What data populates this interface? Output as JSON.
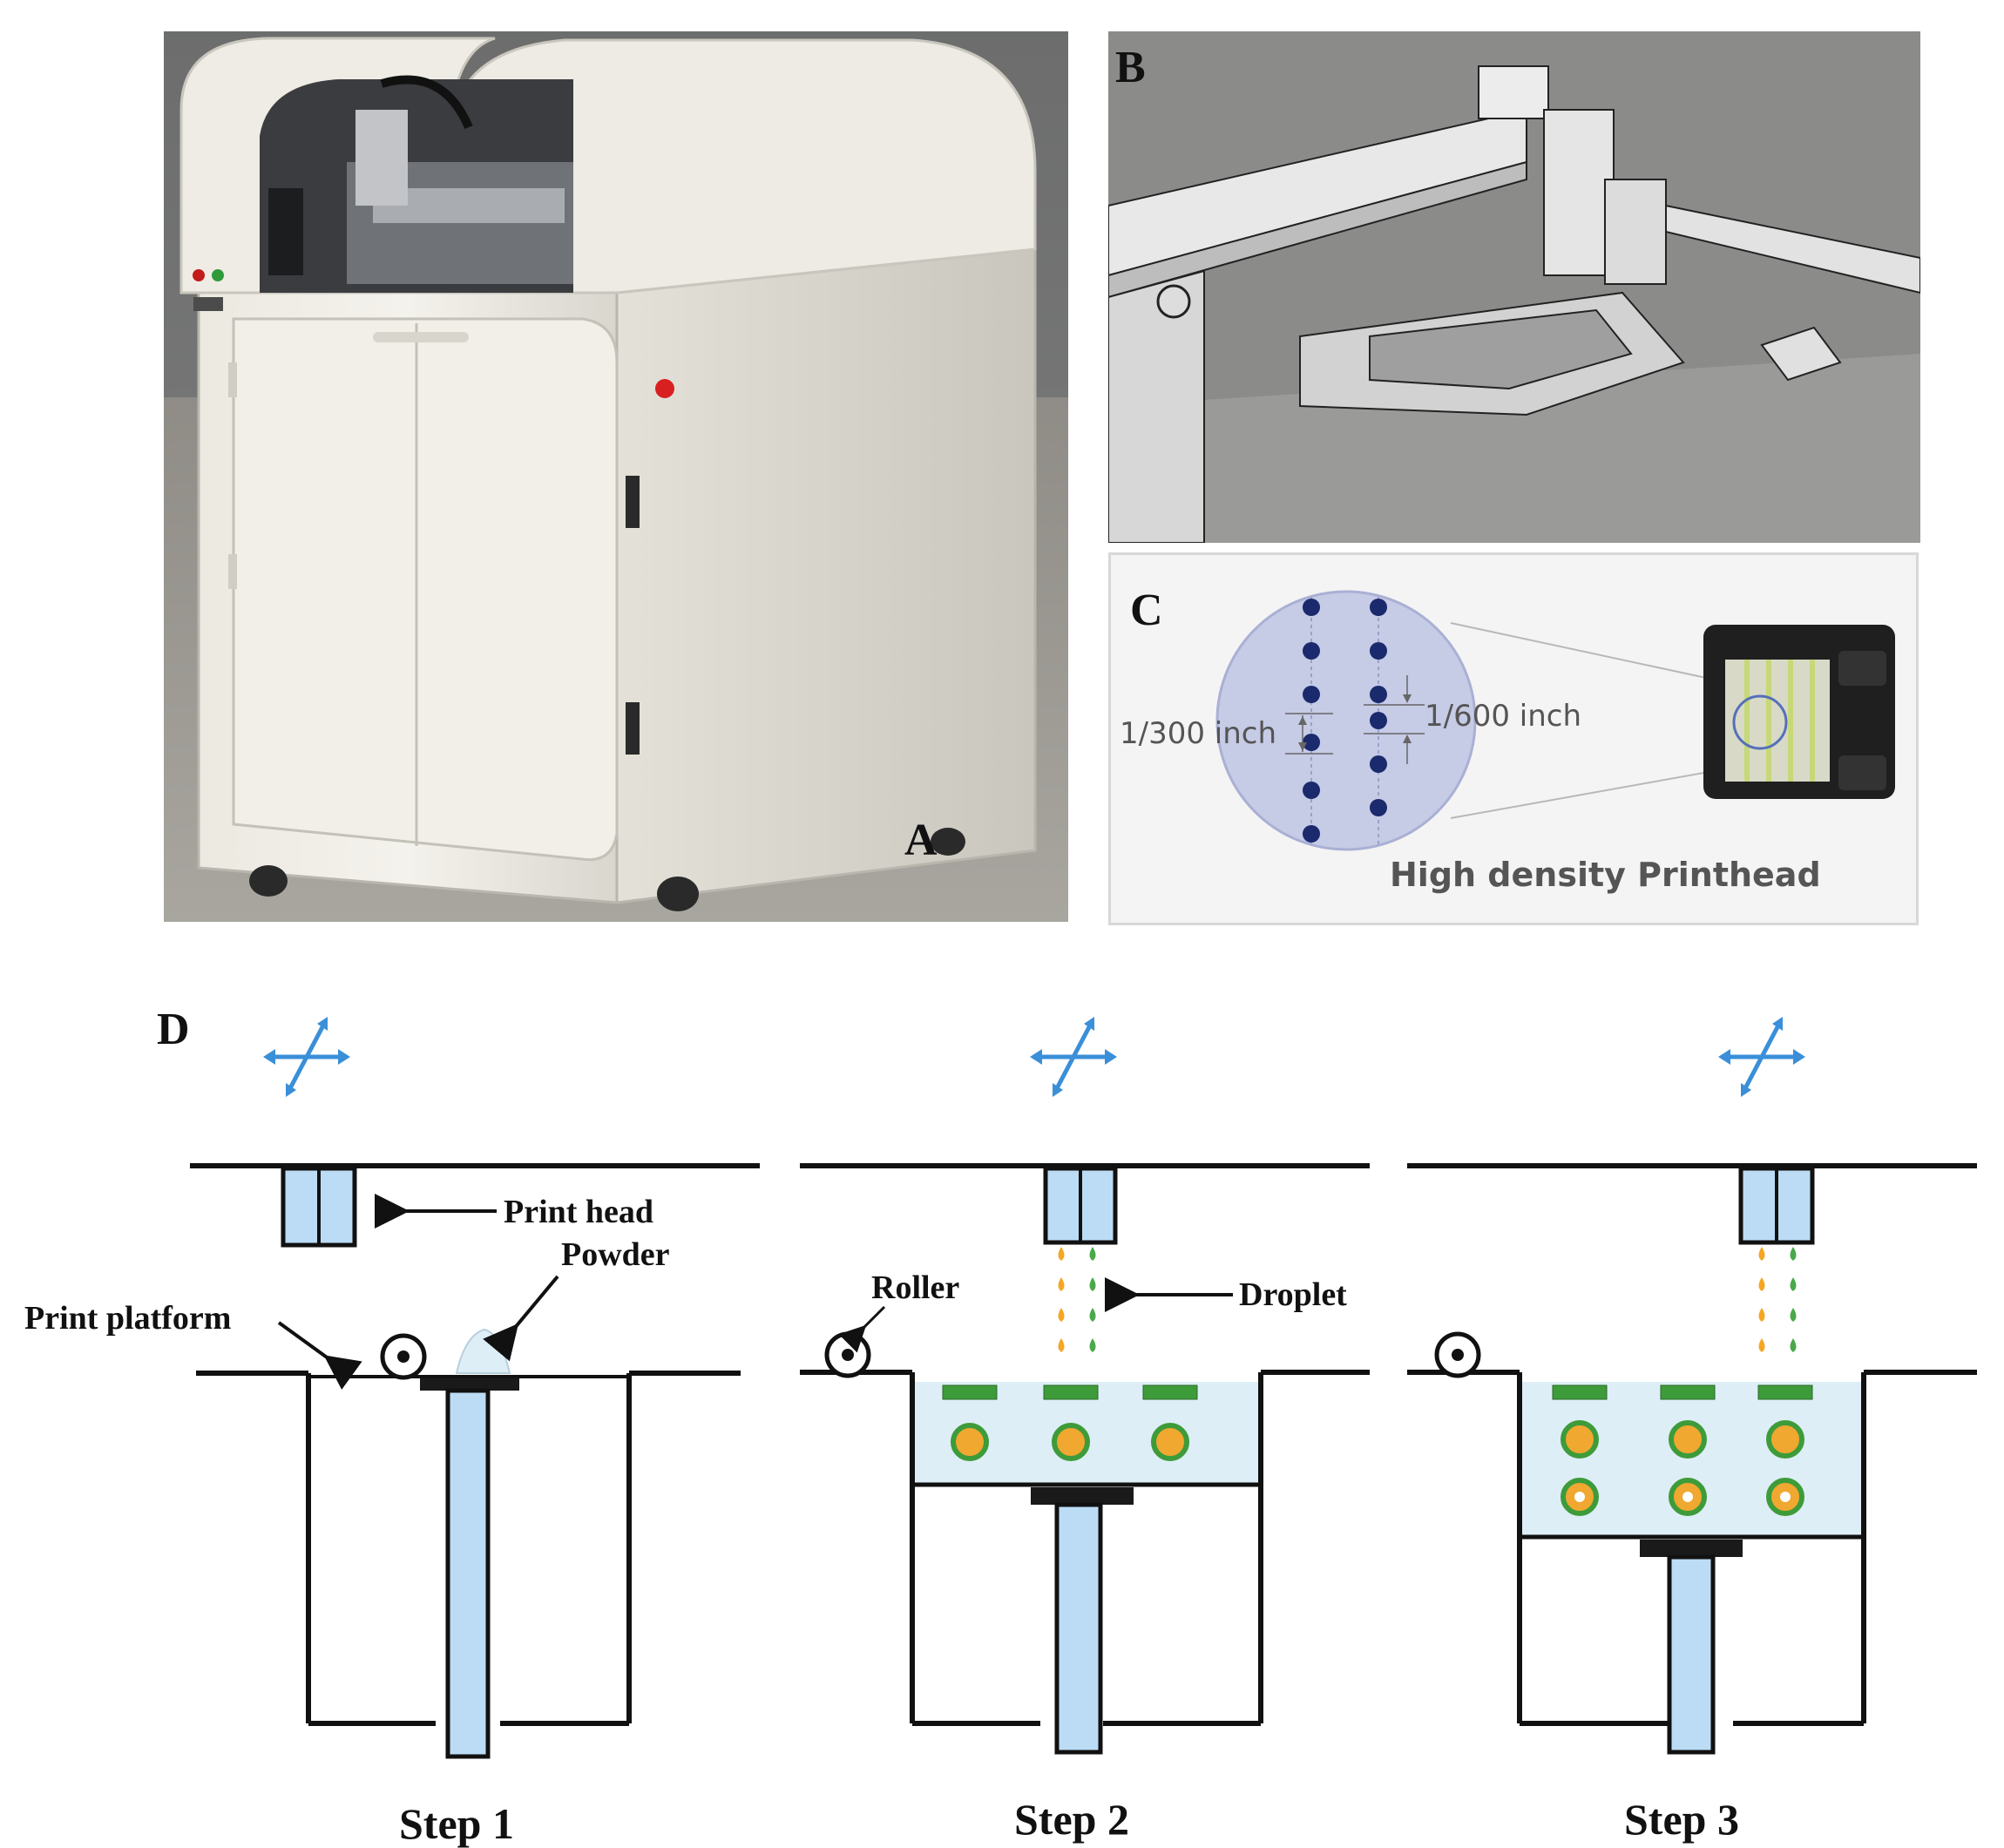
{
  "panels": {
    "a": {
      "letter": "A"
    },
    "b": {
      "letter": "B"
    },
    "c": {
      "letter": "C",
      "left_spacing": "1/300 inch",
      "right_spacing": "1/600 inch",
      "caption": "High density Printhead"
    },
    "d": {
      "letter": "D",
      "labels": {
        "print_head": "Print head",
        "print_platform": "Print platform",
        "powder": "Powder",
        "roller": "Roller",
        "droplet": "Droplet"
      },
      "steps": [
        "Step 1",
        "Step 2",
        "Step 3"
      ]
    }
  },
  "colors": {
    "move_arrow": "#3a8fd8",
    "head_fill": "#bcdcf5",
    "powder_fill": "#ddeef6",
    "film_green": "#3e9b3a",
    "bead_orange": "#f0a830",
    "droplet_orange": "#f5a623",
    "droplet_green": "#4aa84a",
    "nozzle_dot": "#1a2a6c",
    "magnifier_fill": "#c6cbe6"
  },
  "icons": [
    "four-way-move-arrow-icon",
    "roller-icon",
    "printhead-icon"
  ]
}
